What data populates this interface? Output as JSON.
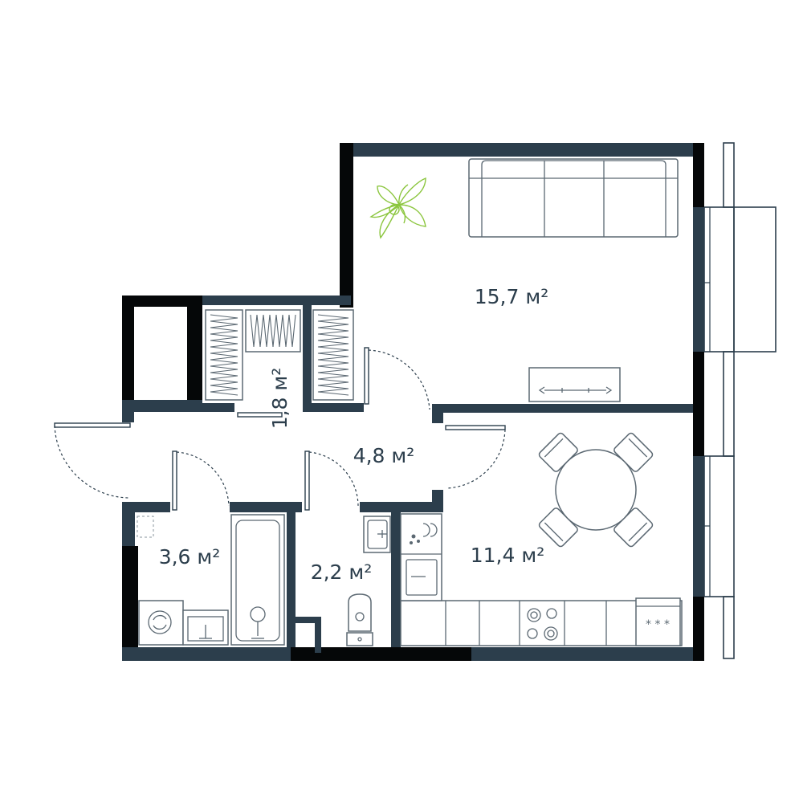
{
  "plan": {
    "rooms": [
      {
        "id": "living",
        "area_label": "15,7 м²"
      },
      {
        "id": "closet",
        "area_label": "1,8 м²"
      },
      {
        "id": "hall",
        "area_label": "4,8 м²"
      },
      {
        "id": "bathroom",
        "area_label": "3,6 м²"
      },
      {
        "id": "toilet",
        "area_label": "2,2 м²"
      },
      {
        "id": "kitchen",
        "area_label": "11,4 м²"
      }
    ],
    "colors": {
      "wall": "#2c3e4c",
      "wall_exterior": "#050708",
      "furniture": "#5b6872",
      "plant": "#8cc63f",
      "background": "#ffffff"
    },
    "icons": [
      "plant-icon",
      "sofa-icon",
      "tv-stand-icon",
      "dining-set-icon",
      "wardrobe-icon",
      "bathtub-icon",
      "washing-machine-icon",
      "sink-icon",
      "toilet-icon",
      "stove-icon",
      "hob-icon"
    ]
  }
}
